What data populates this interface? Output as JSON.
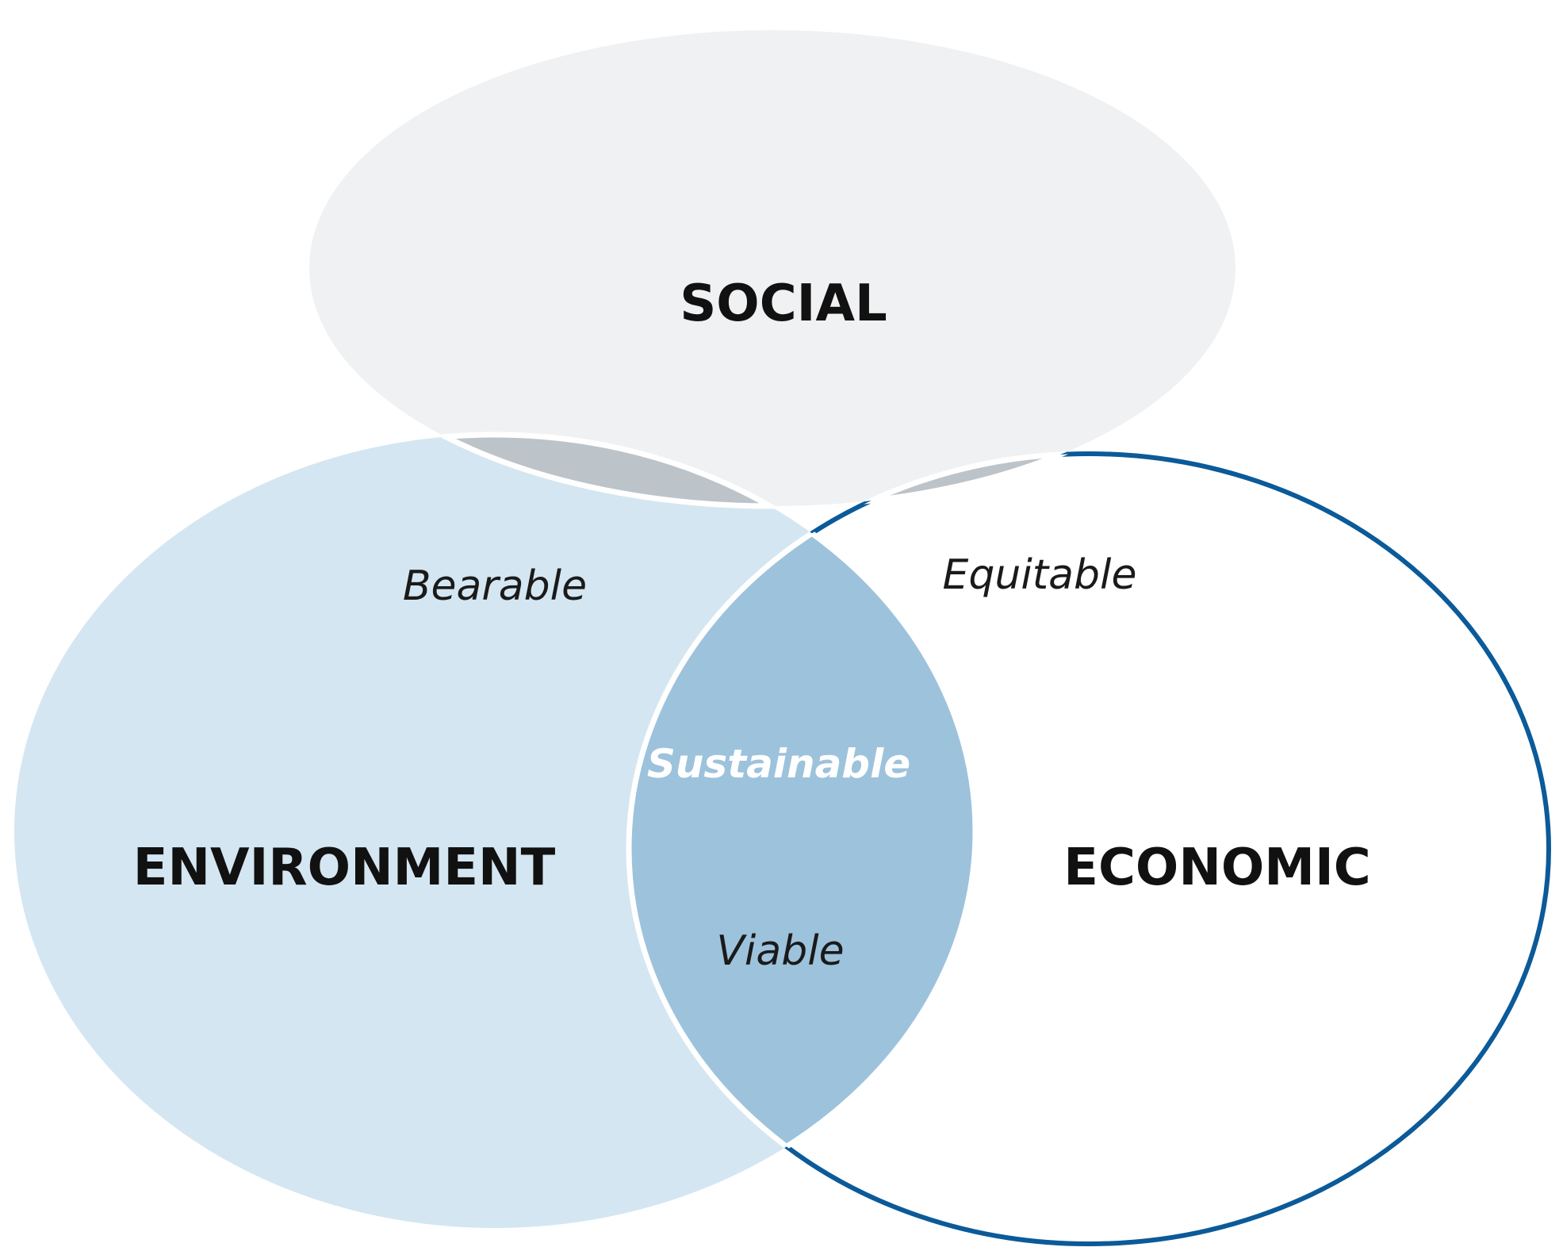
{
  "sets": {
    "social": {
      "label": "SOCIAL",
      "color": "#eff1f3"
    },
    "environment": {
      "label": "ENVIRONMENT",
      "color": "#d4e6f1"
    },
    "economic": {
      "label": "ECONOMIC",
      "color": "#ffffff",
      "stroke": "#0b5a99"
    }
  },
  "overlaps": {
    "social_environment": {
      "label": "Bearable",
      "color": "#bcc4ca"
    },
    "social_economic": {
      "label": "Equitable",
      "color": "#bcc4ca"
    },
    "environment_economic": {
      "label": "Viable",
      "color": "#9dc2dc"
    },
    "all_three": {
      "label": "Sustainable",
      "color": "#0273aa",
      "text_color": "#ffffff"
    }
  },
  "outline_color": "#ffffff"
}
